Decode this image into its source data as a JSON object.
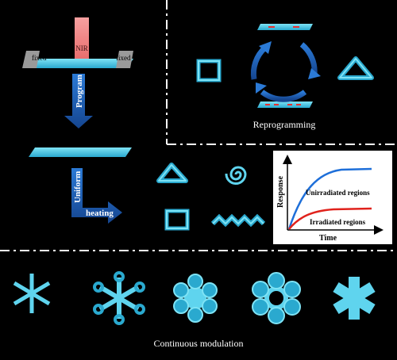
{
  "labels": {
    "nir": "NIR",
    "fixed_left": "fixed",
    "fixed_right": "fixed",
    "program": "Program",
    "uniform": "Uniform",
    "heating": "heating",
    "reprogramming": "Reprogramming",
    "continuous_modulation": "Continuous modulation"
  },
  "chart": {
    "ylabel": "Response",
    "xlabel": "Time",
    "series": [
      {
        "name": "Unirradiated regions",
        "color": "#1e6fd9"
      },
      {
        "name": "Irradiated regions",
        "color": "#e0221c"
      }
    ]
  },
  "colors": {
    "strip": "#5fd4ee",
    "strip_dark": "#2aa9cf",
    "nir_beam": "#f08a8a",
    "arrow_blue": "#1f5fb8",
    "divider": "#ffffff"
  }
}
